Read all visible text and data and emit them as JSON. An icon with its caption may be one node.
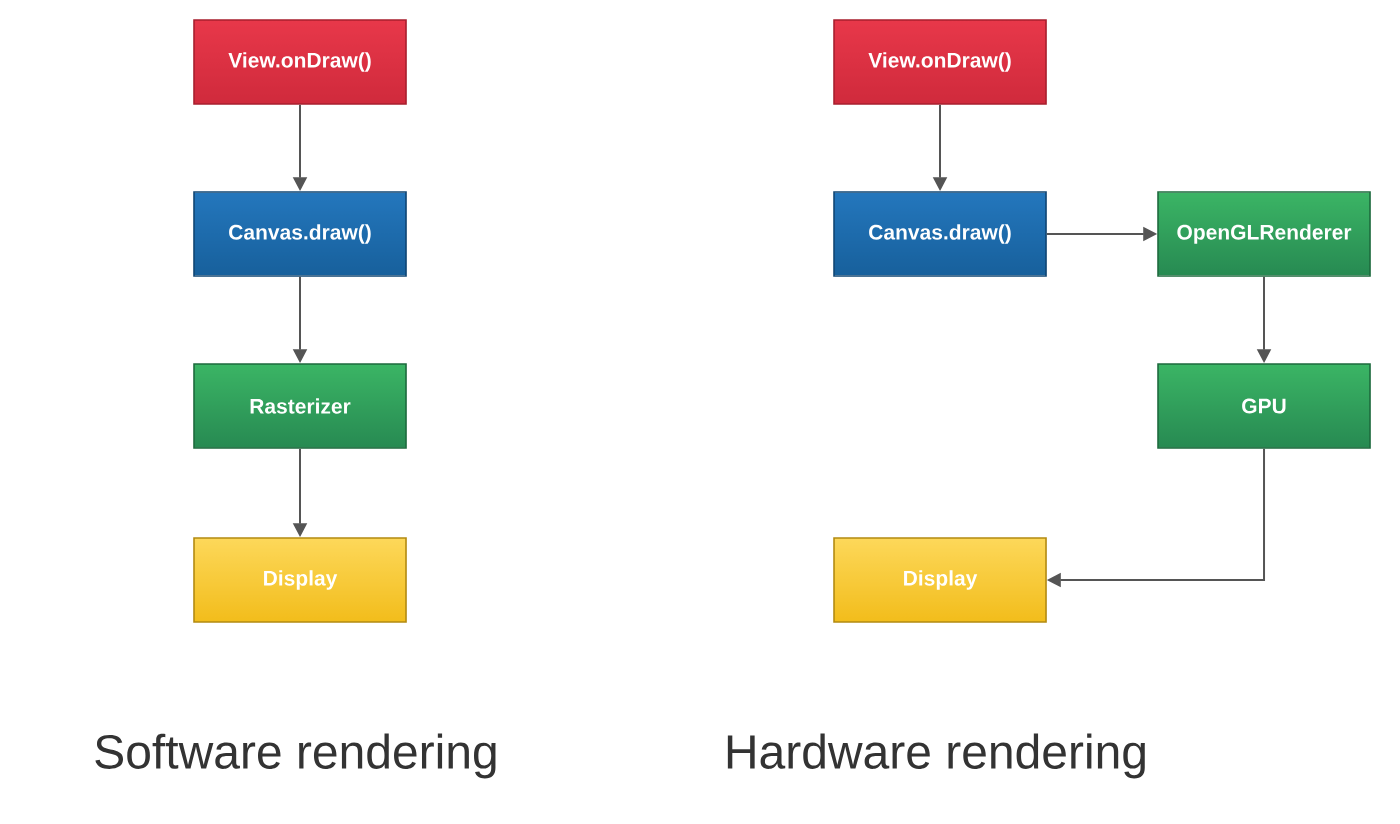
{
  "diagram": {
    "nodes": [
      {
        "text": [
          "View.onDraw()"
        ]
      },
      {
        "text": [
          "Canvas.draw()"
        ]
      },
      {
        "text": [
          "Rasterizer"
        ]
      },
      {
        "text": [
          "Display"
        ]
      },
      {
        "text": [
          "View.onDraw()"
        ]
      },
      {
        "text": [
          "Canvas.draw()"
        ]
      },
      {
        "text": [
          "OpenGLRenderer"
        ]
      },
      {
        "text": [
          "GPU"
        ]
      },
      {
        "text": [
          "Display"
        ]
      }
    ],
    "edges": [
      {
        "from": 0,
        "to": 1,
        "arrow": "to"
      },
      {
        "from": 1,
        "to": 2,
        "arrow": "to"
      },
      {
        "from": 2,
        "to": 3,
        "arrow": "to"
      },
      {
        "from": 4,
        "to": 5,
        "arrow": "to"
      },
      {
        "from": 5,
        "to": 6,
        "arrow": "to"
      },
      {
        "from": 6,
        "to": 7,
        "arrow": "to"
      },
      {
        "from": 7,
        "to": 8,
        "arrow": "to"
      }
    ],
    "labels": [
      "Software rendering",
      "Hardware rendering"
    ]
  }
}
